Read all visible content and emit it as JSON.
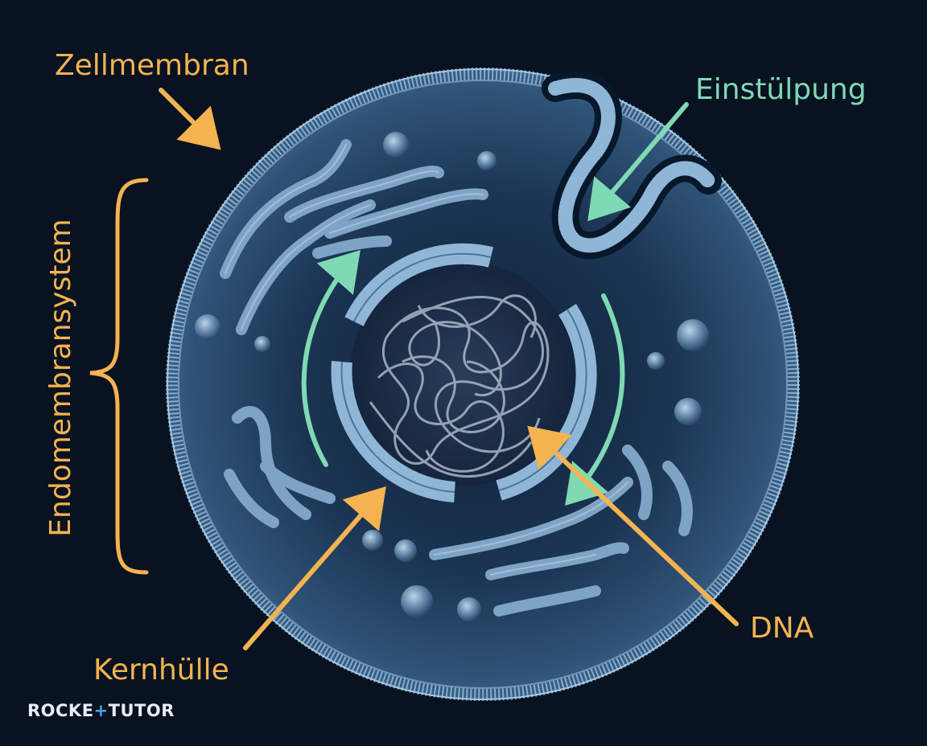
{
  "labels": {
    "zellmembran": "Zellmembran",
    "einstuelpung": "Einstülpung",
    "endomembransystem": "Endomembransystem",
    "dna": "DNA",
    "kernhuelle": "Kernhülle"
  },
  "brand": {
    "part1": "ROCKE",
    "plus": "+",
    "part2": "TUTOR"
  },
  "colors": {
    "background": "#081221",
    "label_orange": "#f4b350",
    "label_green": "#7fd9b3",
    "membrane": "#8fb6d6",
    "cytoplasm": "#1f3d5c"
  }
}
